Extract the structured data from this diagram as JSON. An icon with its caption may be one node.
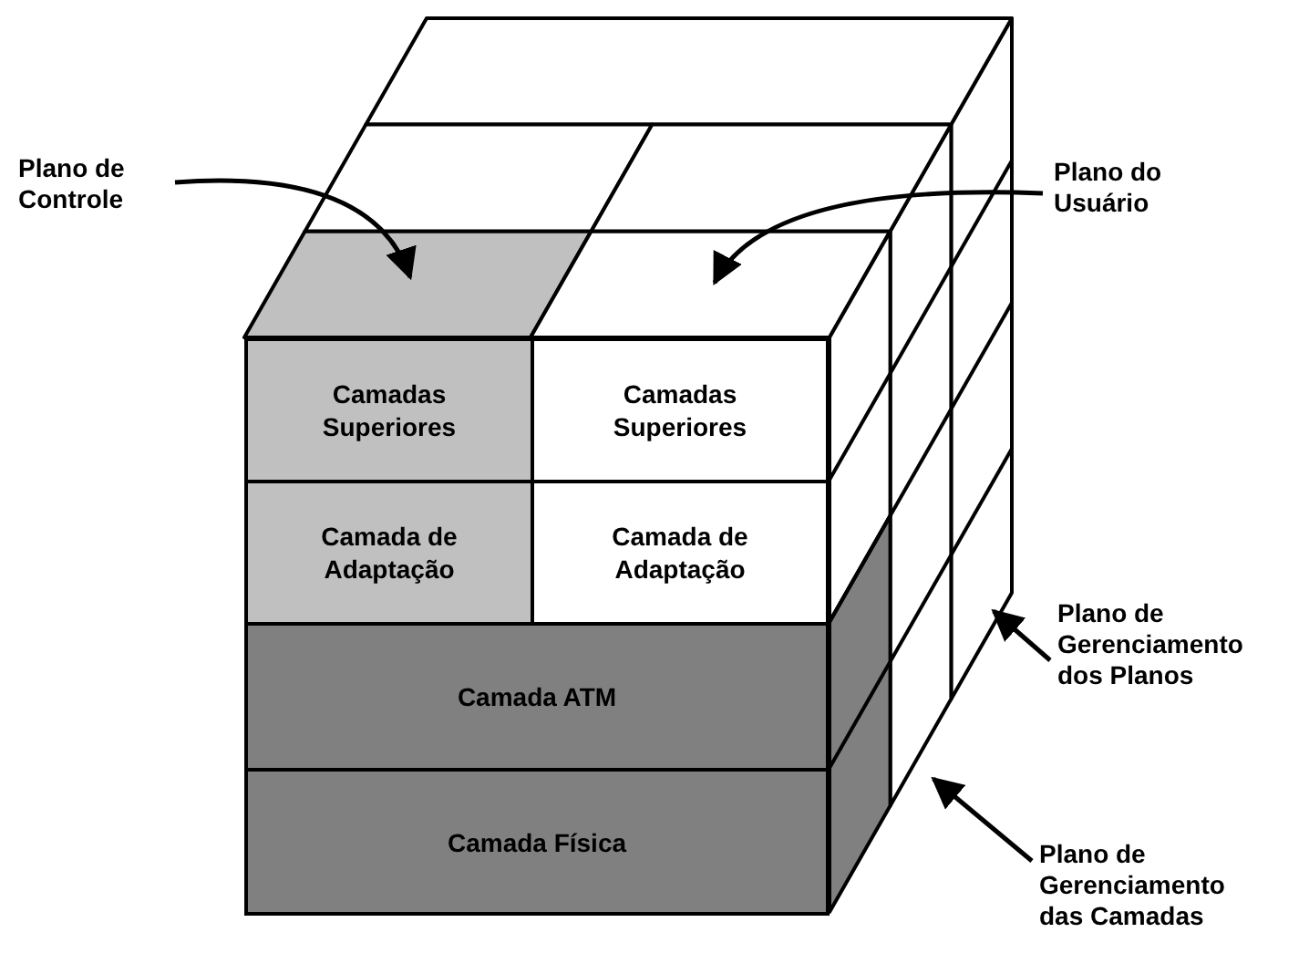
{
  "diagram": {
    "nodes": [
      {
        "text": [
          "Plano de Controle"
        ]
      },
      {
        "text": [],
        "shape": "box"
      },
      {
        "text": [
          "Plano do Usuário"
        ]
      },
      {
        "text": [],
        "shape": "box"
      },
      {
        "text": [
          "Camadas Superiores"
        ]
      },
      {
        "text": [
          "Camadas Superiores"
        ]
      },
      {
        "text": [
          "Camada de Adaptação"
        ]
      },
      {
        "text": [
          "Camada de Adaptação"
        ]
      },
      {
        "text": [
          "Camada ATM"
        ]
      },
      {
        "text": [
          "Camada Física"
        ]
      },
      {
        "text": [
          "Plano de Gerenciamento dos Planos"
        ]
      },
      {
        "text": [],
        "shape": "box"
      },
      {
        "text": [
          "Plano de Gerenciamento das Camadas"
        ]
      },
      {
        "text": [],
        "shape": "box"
      },
      {
        "text": [],
        "shape": "box"
      },
      {
        "text": [],
        "shape": "box"
      },
      {
        "text": [],
        "shape": "box"
      },
      {
        "text": [],
        "shape": "box"
      },
      {
        "text": [],
        "shape": "box"
      }
    ],
    "edges": [
      {
        "from": 0,
        "to": 1,
        "arrow": "to"
      },
      {
        "from": 2,
        "to": 3,
        "arrow": "to"
      },
      {
        "from": 10,
        "to": 11,
        "arrow": "to"
      },
      {
        "from": 12,
        "to": 13,
        "arrow": "to"
      }
    ]
  }
}
